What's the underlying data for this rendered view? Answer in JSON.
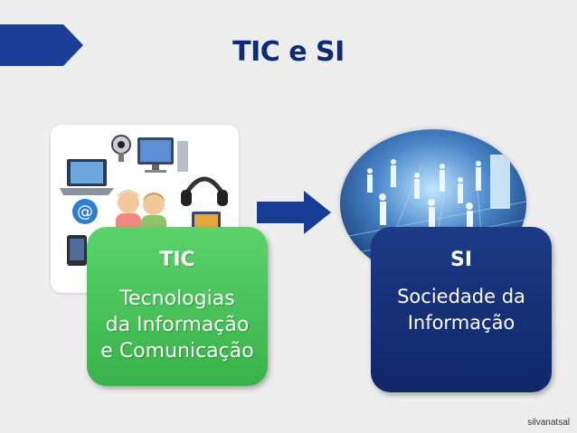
{
  "slide": {
    "title": "TIC e SI"
  },
  "tic": {
    "heading": "TIC",
    "line1": "Tecnologias",
    "line2": "da Informação",
    "line3": "e Comunicação",
    "color": "#43c052"
  },
  "si": {
    "heading": "SI",
    "line1": "Sociedade da",
    "line2": "Informação",
    "color": "#142e74"
  },
  "watermark": "silvanatsal",
  "colors": {
    "title": "#0c2b78",
    "banner": "#1b3f98",
    "arrow": "#173c95"
  }
}
